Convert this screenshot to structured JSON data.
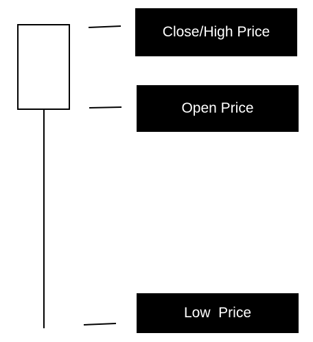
{
  "labels": {
    "close_high": "Close/High Price",
    "open": "Open Price",
    "low": "Low  Price"
  },
  "colors": {
    "label_background": "#000000",
    "label_text": "#ffffff",
    "line": "#000000",
    "candle_body_fill": "#ffffff"
  }
}
